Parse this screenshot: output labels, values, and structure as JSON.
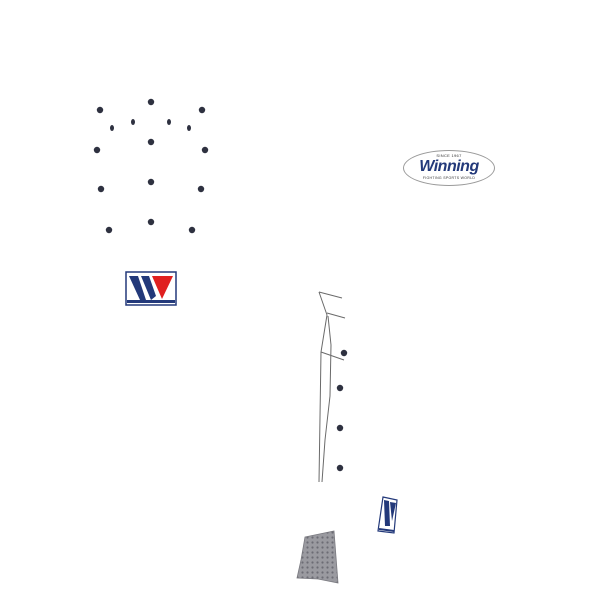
{
  "image": {
    "description_kind": "product-diagram",
    "background_color": "#ffffff",
    "accent_navy": "#23397a",
    "accent_red": "#e02020",
    "dot_color": "#2e3140"
  },
  "brand_logo": {
    "since_text": "SINCE 1967",
    "wordmark": "Winning",
    "tagline": "FIGHTING SPORTS WORLD"
  },
  "icons": {
    "w_emblem_large": "w-emblem-icon",
    "w_emblem_small": "w-emblem-small-icon",
    "sole_patch": "sole-patch-icon"
  }
}
